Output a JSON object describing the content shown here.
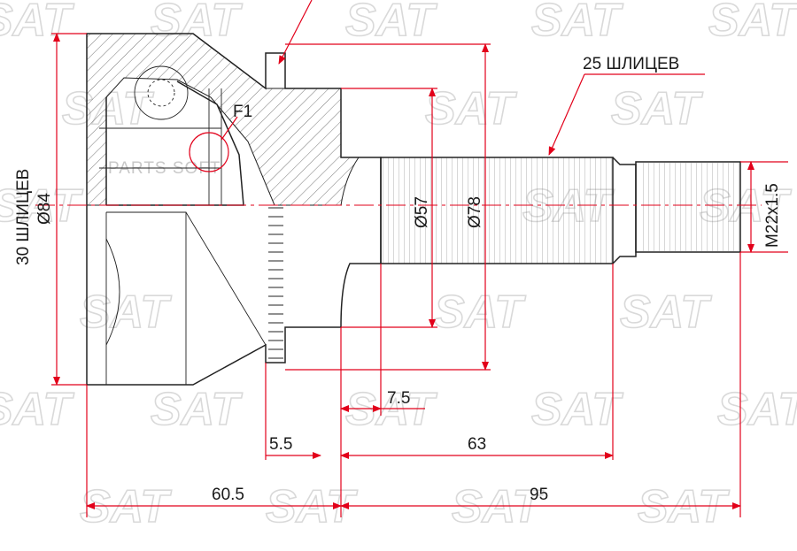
{
  "watermark": {
    "brand": "SAT",
    "site_text": "PARTS SOFT"
  },
  "labels": {
    "left_splines": "30 ШЛИЦЕВ",
    "left_diameter": "Ø84",
    "right_splines": "25 ШЛИЦЕВ",
    "flange_diameter": "Ø78",
    "shaft_diameter": "Ø57",
    "thread": "M22x1.5",
    "detail_mark": "F1"
  },
  "dimensions": {
    "d_7_5": "7.5",
    "d_5_5": "5.5",
    "d_63": "63",
    "d_60_5": "60.5",
    "d_95": "95"
  },
  "colors": {
    "dimension_lines": "#e2001a",
    "outline": "#222222",
    "watermark": "#d9d9d9"
  }
}
